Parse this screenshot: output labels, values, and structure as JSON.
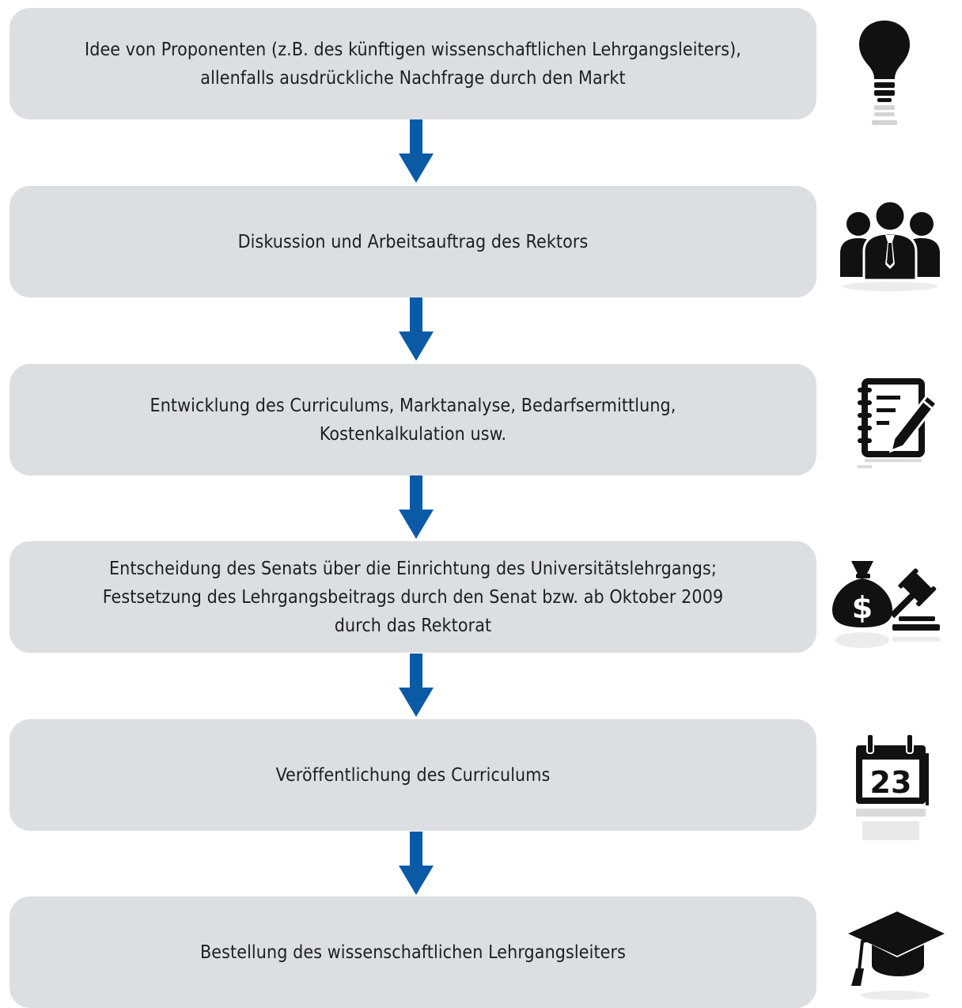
{
  "colors": {
    "box": "#dcdee2",
    "arrow": "#0a5aa6",
    "icon": "#111111",
    "text": "#1e1e1e"
  },
  "steps": [
    {
      "lines": [
        "Idee von Proponenten (z.B. des künftigen wissenschaftlichen Lehrgangsleiters),",
        "allenfalls ausdrückliche Nachfrage durch den Markt"
      ],
      "icon": "lightbulb-icon"
    },
    {
      "lines": [
        "Diskussion und Arbeitsauftrag des Rektors"
      ],
      "icon": "people-group-icon"
    },
    {
      "lines": [
        "Entwicklung des Curriculums, Marktanalyse, Bedarfsermittlung,",
        "Kostenkalkulation usw."
      ],
      "icon": "notepad-pen-icon"
    },
    {
      "lines": [
        "Entscheidung des Senats über die Einrichtung des Universitätslehrgangs;",
        "Festsetzung des Lehrgangsbeitrags durch den Senat bzw. ab Oktober 2009",
        "durch das Rektorat"
      ],
      "icon": "money-bag-gavel-icon"
    },
    {
      "lines": [
        "Veröffentlichung des Curriculums"
      ],
      "icon": "calendar-icon"
    },
    {
      "lines": [
        "Bestellung des wissenschaftlichen Lehrgangsleiters"
      ],
      "icon": "graduation-cap-icon"
    }
  ],
  "calendar_day": "23",
  "money_symbol": "$"
}
